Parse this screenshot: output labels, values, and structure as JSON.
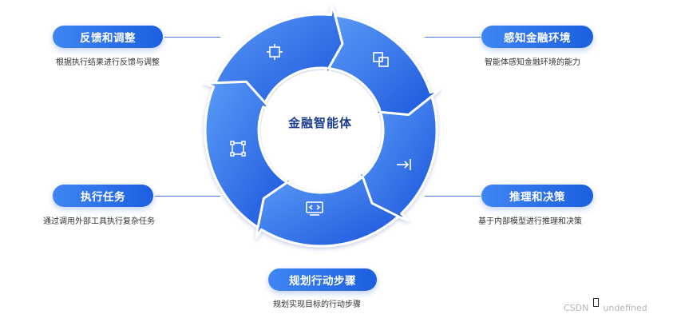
{
  "center": {
    "label": "金融智能体"
  },
  "stages": [
    {
      "key": "perceive",
      "title": "感知金融环境",
      "desc": "智能体感知金融环境的能力",
      "icon": "overlapping-squares-icon"
    },
    {
      "key": "reason",
      "title": "推理和决策",
      "desc": "基于内部模型进行推理和决策",
      "icon": "arrow-exit-icon"
    },
    {
      "key": "plan",
      "title": "规划行动步骤",
      "desc": "规划实现目标的行动步骤",
      "icon": "code-monitor-icon"
    },
    {
      "key": "execute",
      "title": "执行任务",
      "desc": "通过调用外部工具执行复杂任务",
      "icon": "node-network-icon"
    },
    {
      "key": "feedback",
      "title": "反馈和调整",
      "desc": "根据执行结果进行反馈与调整",
      "icon": "focus-frame-icon"
    }
  ],
  "watermark": {
    "left": "CSDN",
    "right": "undefined"
  },
  "colors": {
    "arrow_light": "#5b9bf7",
    "arrow_dark": "#1b55dc",
    "pill": "#2a6cea",
    "center_text": "#1d3f8f"
  }
}
